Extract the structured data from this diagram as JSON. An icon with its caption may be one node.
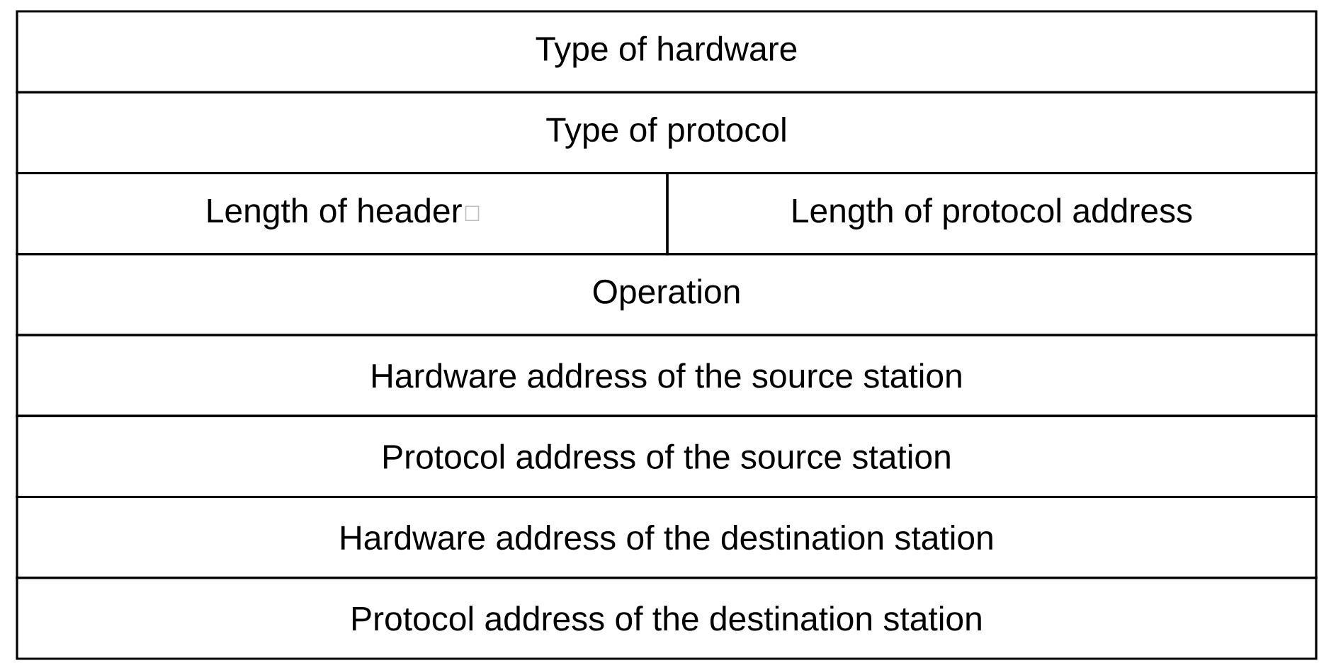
{
  "diagram": {
    "nodes": [
      {
        "text": [
          "Type of hardware"
        ]
      },
      {
        "text": [
          "Type of protocol"
        ]
      },
      {
        "text": [
          "Length of header"
        ]
      },
      {
        "text": [
          "Length of protocol address"
        ]
      },
      {
        "text": [
          "Operation"
        ]
      },
      {
        "text": [
          "Hardware address of the source station"
        ]
      },
      {
        "text": [
          "Protocol address of the source station"
        ]
      },
      {
        "text": [
          "Hardware address of the destination station"
        ]
      },
      {
        "text": [
          "Protocol address of the destination station"
        ]
      }
    ]
  }
}
